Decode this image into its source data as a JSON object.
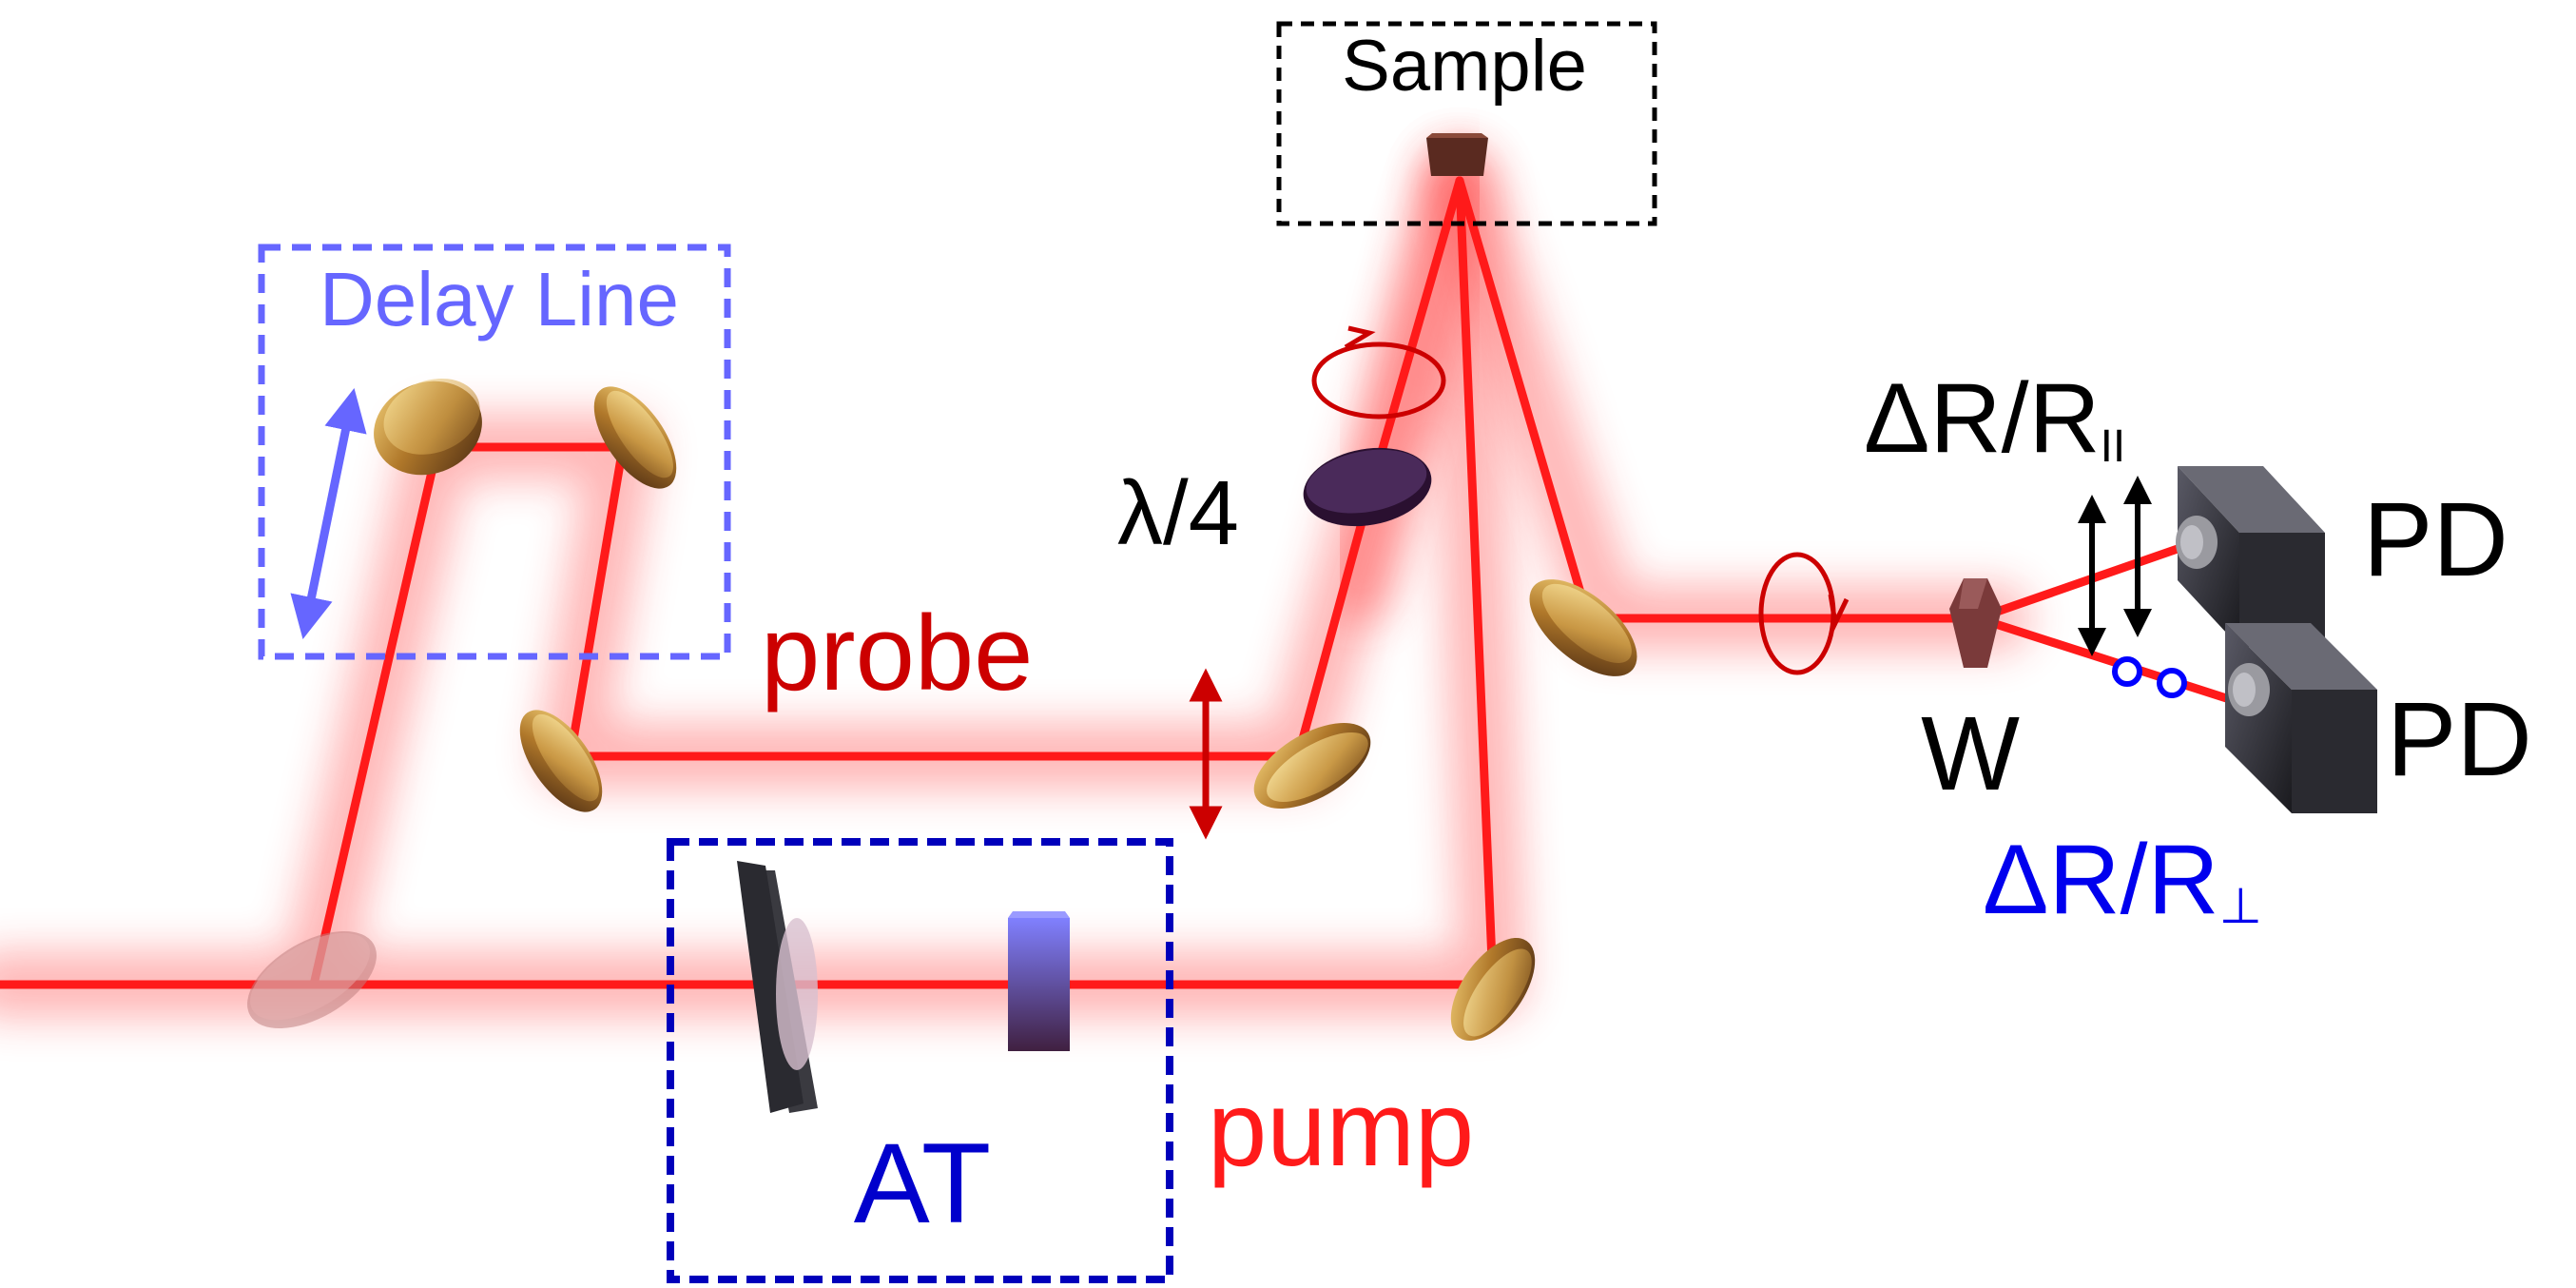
{
  "labels": {
    "sample": "Sample",
    "delay_line": "Delay Line",
    "lambda_quarter": "λ/4",
    "probe": "probe",
    "pump": "pump",
    "at": "AT",
    "w": "W",
    "pd_top": "PD",
    "pd_bottom": "PD",
    "dr_parallel": "ΔR/R",
    "dr_parallel_sub": "II",
    "dr_perp": "ΔR/R",
    "dr_perp_sub": "⊥"
  },
  "colors": {
    "beam": "#ff1a1a",
    "probe_text": "#cc0000",
    "pump_text": "#ff1a1a",
    "delay_box": "#6666ff",
    "at_box": "#0000bb",
    "at_text": "#0000cc",
    "sample_box": "#000000",
    "perp_text": "#0000ee",
    "perp_marker": "#0000ff",
    "text": "#000000"
  },
  "icons": [
    "mirror-icon",
    "beam-splitter-icon",
    "lens-icon",
    "crystal-icon",
    "waveplate-icon",
    "wollaston-prism-icon",
    "photodiode-icon",
    "polarization-arrow-icon",
    "circular-polarization-icon"
  ]
}
